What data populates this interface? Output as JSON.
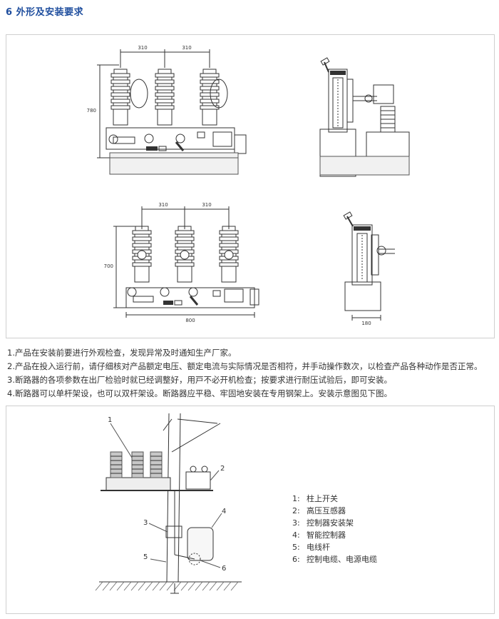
{
  "section_title": "6 外形及安装要求",
  "drawings": {
    "top_front": {
      "dim_spacing_left": "310",
      "dim_spacing_right": "310",
      "dim_height": "780"
    },
    "bottom_front": {
      "dim_spacing_left": "310",
      "dim_spacing_right": "310",
      "dim_height": "700",
      "dim_width": "800"
    },
    "bottom_side": {
      "dim_depth": "180"
    }
  },
  "notes": [
    "1.产品在安装前要进行外观检查，发现异常及时通知生产厂家。",
    "2.产品在投入运行前，请仔细核对产品额定电压、额定电流与实际情况是否相符，并手动操作数次，以检查产品各种动作是否正常。",
    "3.断路器的各项参数在出厂检验时就已经调整好，用戸不必开机检查；按要求进行耐压试验后，即可安装。",
    "4.断路器可以单杆架设，也可以双杆架设。断路器应平稳、牢固地安装在专用钢架上。安装示意图见下图。"
  ],
  "installation": {
    "callouts": [
      "1",
      "2",
      "3",
      "4",
      "5",
      "6"
    ],
    "legend": [
      {
        "num": "1:",
        "label": "柱上开关"
      },
      {
        "num": "2:",
        "label": "高压互感器"
      },
      {
        "num": "3:",
        "label": "控制器安装架"
      },
      {
        "num": "4:",
        "label": "智能控制器"
      },
      {
        "num": "5:",
        "label": "电线杆"
      },
      {
        "num": "6:",
        "label": "控制电缆、电源电缆"
      }
    ]
  }
}
